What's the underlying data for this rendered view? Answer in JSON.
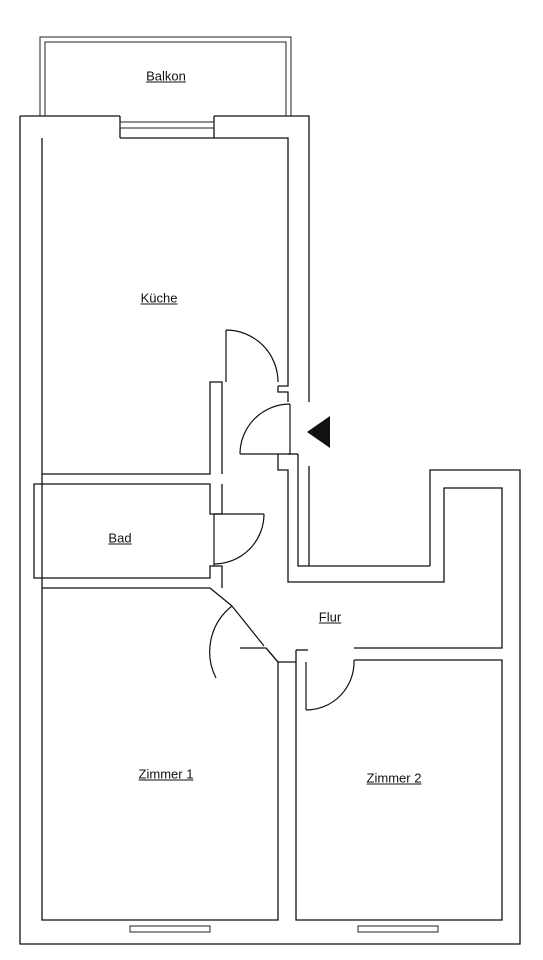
{
  "rooms": {
    "balkon": "Balkon",
    "kueche": "Küche",
    "bad": "Bad",
    "flur": "Flur",
    "zimmer1": "Zimmer 1",
    "zimmer2": "Zimmer 2"
  },
  "icons": {
    "entrance": "entrance-arrow-icon"
  },
  "colors": {
    "line": "#111111",
    "background": "#ffffff"
  }
}
